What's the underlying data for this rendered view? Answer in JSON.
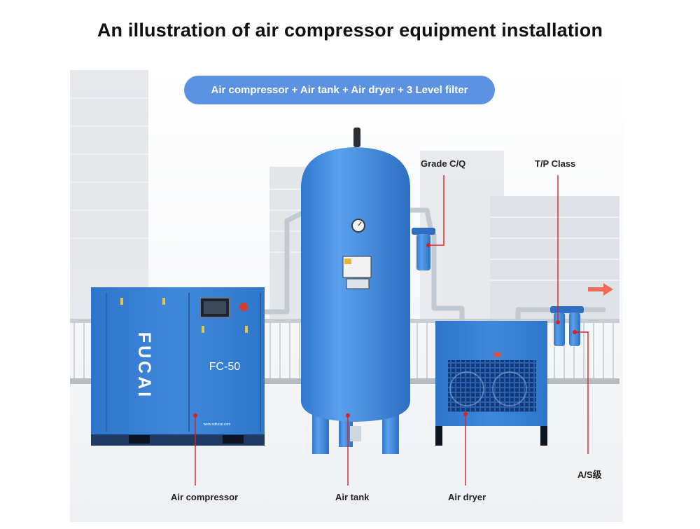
{
  "title": "An illustration of air compressor equipment installation",
  "subtitle": "Air compressor + Air tank + Air dryer + 3 Level filter",
  "compressor": {
    "brand": "FUCAI",
    "model": "FC-50",
    "website": "www.sdfucai.com"
  },
  "labels": {
    "air_compressor": "Air compressor",
    "air_tank": "Air tank",
    "air_dryer": "Air dryer",
    "grade_cq": "Grade C/Q",
    "tp_class": "T/P Class",
    "as_class": "A/S级"
  },
  "colors": {
    "equipment_blue": "#3f86d8",
    "pill_blue": "#5b93e2",
    "callout_red": "#e02020",
    "arrow_red": "#f06a5a"
  }
}
